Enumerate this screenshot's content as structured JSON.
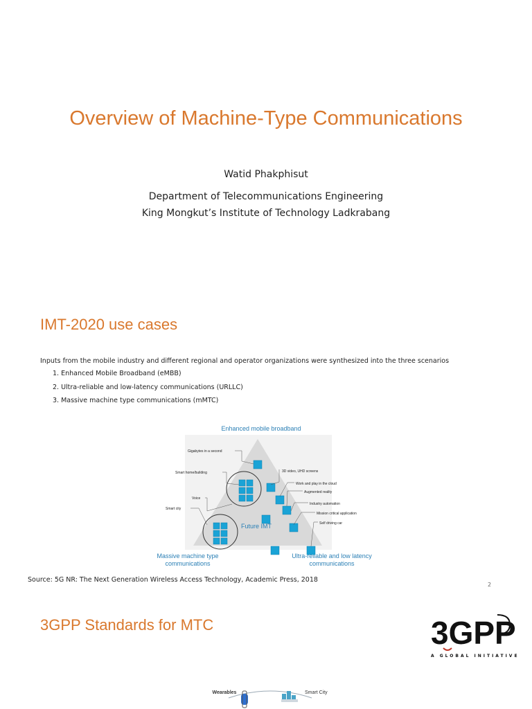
{
  "slide1": {
    "title": "Overview of Machine-Type Communications",
    "author": "Watid Phakphisut",
    "department": "Department of Telecommunications Engineering",
    "institute": "King Mongkut’s Institute of Technology Ladkrabang"
  },
  "slide2": {
    "title": "IMT-2020 use cases",
    "intro": "Inputs from the mobile industry and different regional and operator organizations were synthesized into the three scenarios",
    "items": [
      "1. Enhanced Mobile Broadband (eMBB)",
      "2. Ultra-reliable and low-latency communications (URLLC)",
      "3. Massive machine type communications (mMTC)"
    ],
    "diagram": {
      "top_label": "Enhanced mobile broadband",
      "left_label_1": "Massive machine type",
      "left_label_2": "communications",
      "right_label_1": "Ultra-reliable and low latency",
      "right_label_2": "communications",
      "center_label": "Future IMT",
      "callouts": [
        "Gigabytes in a second",
        "3D video, UHD screens",
        "Work and play in the cloud",
        "Smart home/building",
        "Augmented reality",
        "Industry automation",
        "Voice",
        "Mission critical application",
        "Smart city",
        "Self driving car"
      ]
    },
    "source": "Source: 5G NR: The Next Generation Wireless Access Technology, Academic Press, 2018",
    "page_number": "2"
  },
  "slide3": {
    "title": "3GPP Standards for MTC",
    "logo_main": "3GPP",
    "logo_tagline": "A GLOBAL INITIATIVE",
    "labels": [
      "Wearables",
      "Smart City"
    ]
  },
  "colors": {
    "accent": "#d9782d",
    "diagram_blue": "#2a7fb5",
    "tile": "#1aa3d6"
  }
}
